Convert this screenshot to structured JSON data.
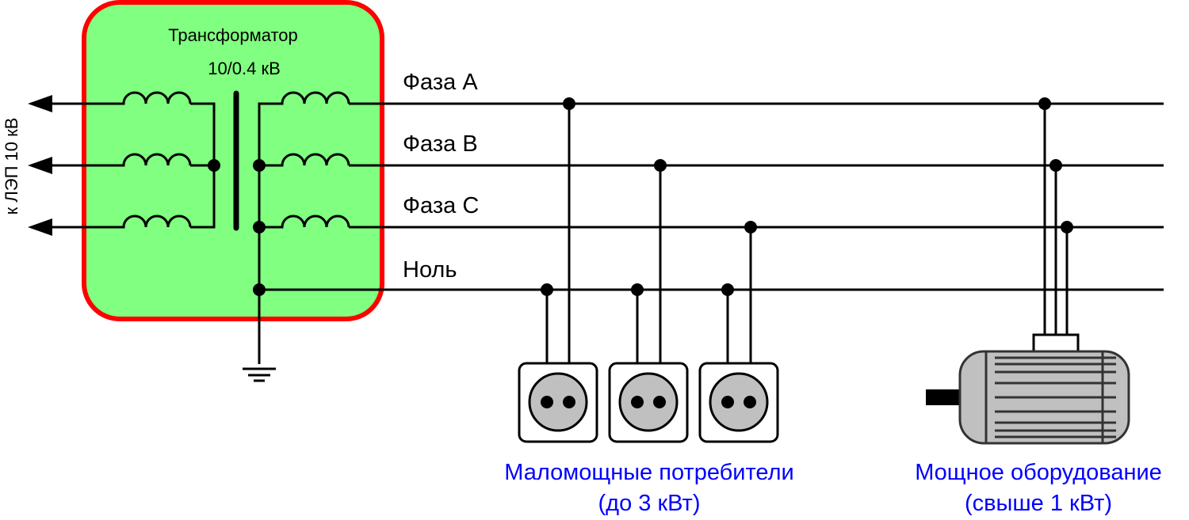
{
  "transformer": {
    "title": "Трансформатор",
    "rating": "10/0.4 кВ",
    "fill_color": "#80ff80",
    "border_color": "#ff0000"
  },
  "hv_line_label": "к ЛЭП 10 кВ",
  "buses": {
    "phase_a": "Фаза A",
    "phase_b": "Фаза B",
    "phase_c": "Фаза C",
    "neutral": "Ноль"
  },
  "consumers": {
    "low_power": {
      "label_line1": "Маломощные потребители",
      "label_line2": "(до 3 кВт)",
      "sockets": [
        {
          "phase": "A"
        },
        {
          "phase": "B"
        },
        {
          "phase": "C"
        }
      ]
    },
    "high_power": {
      "label_line1": "Мощное оборудование",
      "label_line2": "(свыше 1 кВт)",
      "device": "three-phase-motor"
    }
  },
  "colors": {
    "label_blue": "#0000ff",
    "device_gray": "#c0c0c0"
  }
}
